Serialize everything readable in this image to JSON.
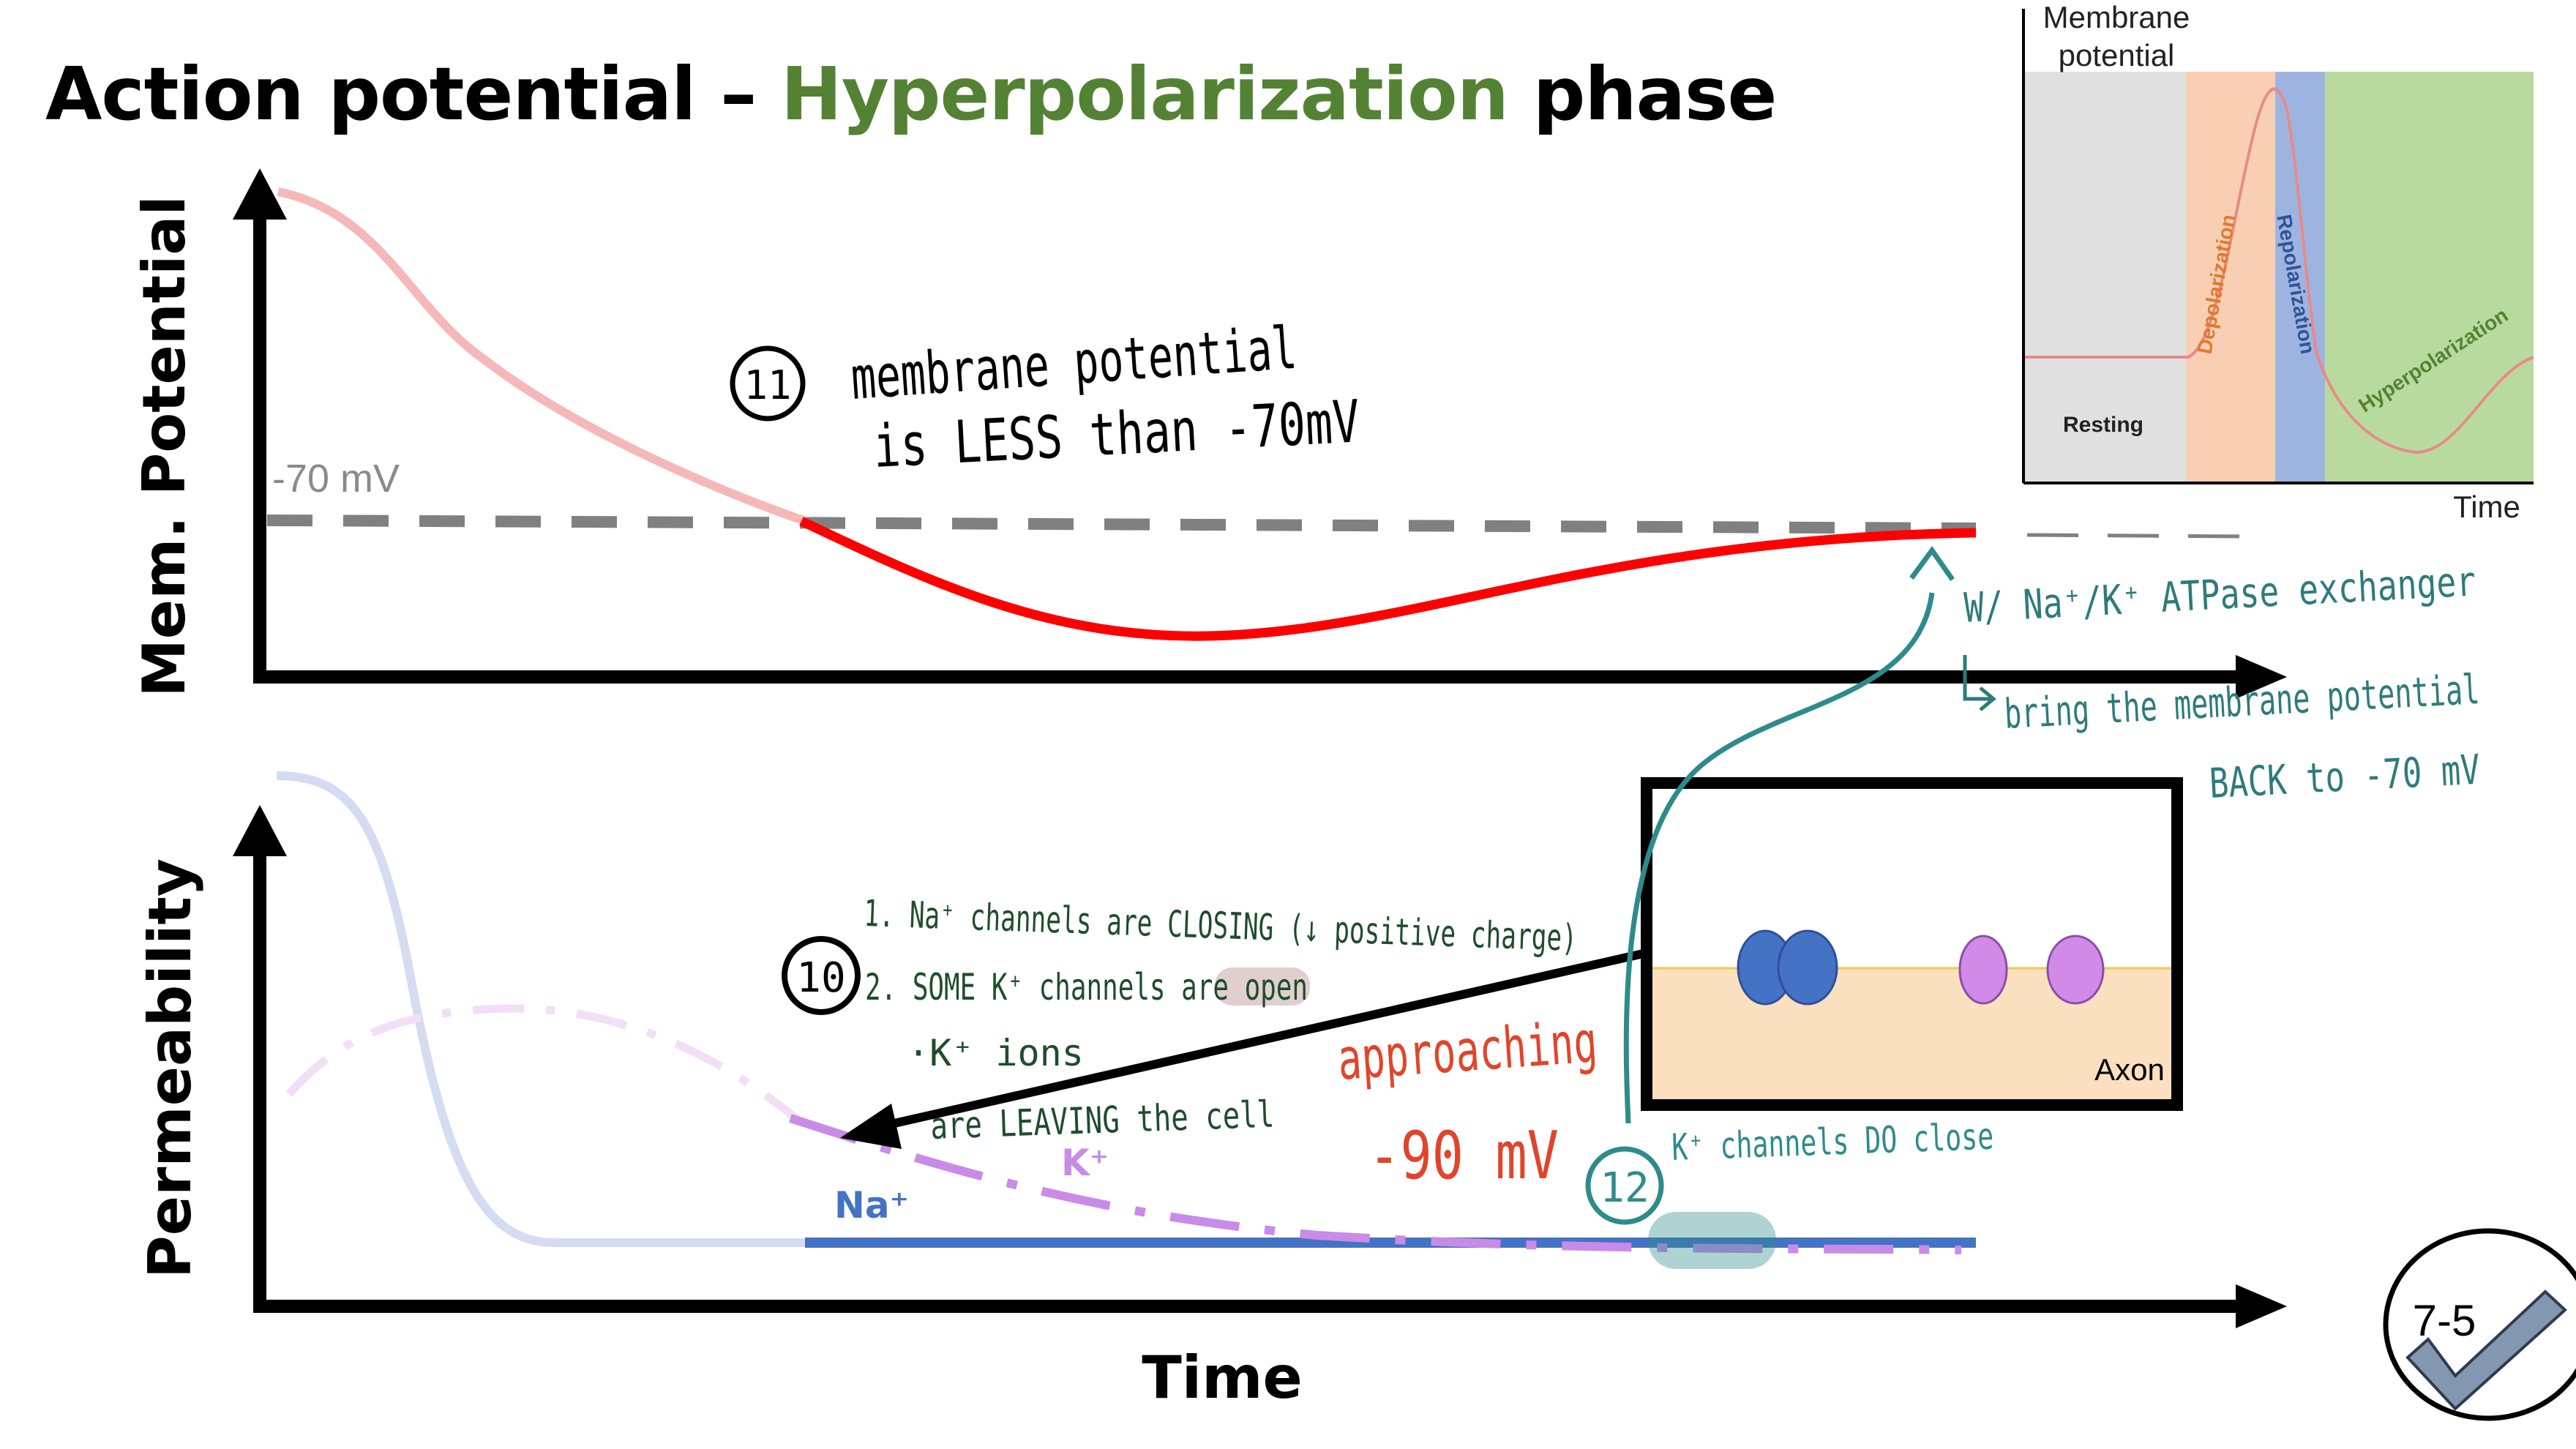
{
  "title": {
    "part1": "Action potential – ",
    "part2": "Hyperpolarization",
    "part3": " phase",
    "highlight_color": "#548235"
  },
  "top_graph": {
    "ylabel": "Mem. Potential",
    "ref_label": "-70 mV"
  },
  "bottom_graph": {
    "ylabel": "Permeability",
    "xlabel": "Time",
    "na_label": "Na⁺",
    "k_label": "K⁺"
  },
  "inset": {
    "ylabel_line1": "Membrane",
    "ylabel_line2": "potential",
    "xlabel": "Time",
    "phases": {
      "resting": "Resting",
      "depolarization": "Depolarization",
      "repolarization": "Repolarization",
      "hyperpolarization": "Hyperpolarization"
    }
  },
  "axon_box": {
    "label": "Axon"
  },
  "notes": {
    "step11_number": "11",
    "step11_line1": "membrane potential",
    "step11_line2": "is LESS than -70mV",
    "step10_number": "10",
    "step10_line1": "1. Na⁺ channels are CLOSING (↓ positive charge)",
    "step10_line2": "2. SOME K⁺ channels are open",
    "step10_line3": "·K⁺ ions",
    "step10_line4": "are LEAVING the cell",
    "approaching_line1": "approaching",
    "approaching_line2": "-90 mV",
    "step12_number": "12",
    "step12_text": "K⁺ channels DO close",
    "atpase_line1": "W/ Na⁺/K⁺ ATPase exchanger",
    "atpase_line2": "bring the membrane potential",
    "atpase_line3": "BACK to -70 mV"
  },
  "badge": {
    "label": "7-5"
  },
  "colors": {
    "membrane_curve": "#ff0000",
    "membrane_faded": "#f5b8b8",
    "na_line": "#4472c4",
    "k_line": "#c98be8",
    "teal": "#2e8b8b",
    "note_green": "#1e4d2b",
    "note_red": "#e0452b",
    "ref_dash": "#808080"
  }
}
